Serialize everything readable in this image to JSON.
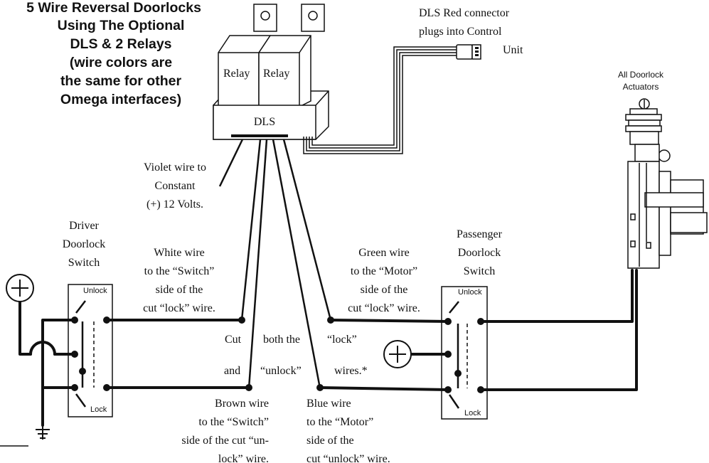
{
  "title_lines": [
    "5 Wire Reversal Doorlocks",
    "Using The Optional",
    "DLS & 2 Relays",
    "(wire colors are",
    "the same for other",
    "Omega interfaces)"
  ],
  "relay_labels": [
    "Relay",
    "Relay"
  ],
  "dls_label": "DLS",
  "connector_note": [
    "DLS Red connector",
    "plugs into Control",
    "Unit"
  ],
  "actuator_note": [
    "All Doorlock",
    "Actuators"
  ],
  "violet_note": [
    "Violet  wire to",
    "Constant",
    "(+) 12 Volts."
  ],
  "driver_switch": {
    "title": [
      "Driver",
      "Doorlock",
      "Switch"
    ],
    "unlock": "Unlock",
    "lock": "Lock"
  },
  "passenger_switch": {
    "title": [
      "Passenger",
      "Doorlock",
      "Switch"
    ],
    "unlock": "Unlock",
    "lock": "Lock"
  },
  "white_note": [
    "White wire",
    "to the “Switch”",
    "side of the",
    "cut “lock” wire."
  ],
  "green_note": [
    "Green wire",
    "to the “Motor”",
    "side of the",
    "cut “lock” wire."
  ],
  "cut_note": {
    "row1": [
      "Cut",
      "both the",
      "“lock”"
    ],
    "row2": [
      "and",
      "“unlock”",
      "wires.*"
    ]
  },
  "brown_note": [
    "Brown wire",
    "to the “Switch”",
    "side of the cut “un-",
    "lock” wire."
  ],
  "blue_note": [
    "Blue wire",
    "to the “Motor”",
    "side of the",
    "cut “unlock” wire."
  ],
  "icons": [
    "plus-terminal-icon",
    "ground-icon",
    "relay-icon",
    "connector-icon",
    "actuator-icon"
  ]
}
